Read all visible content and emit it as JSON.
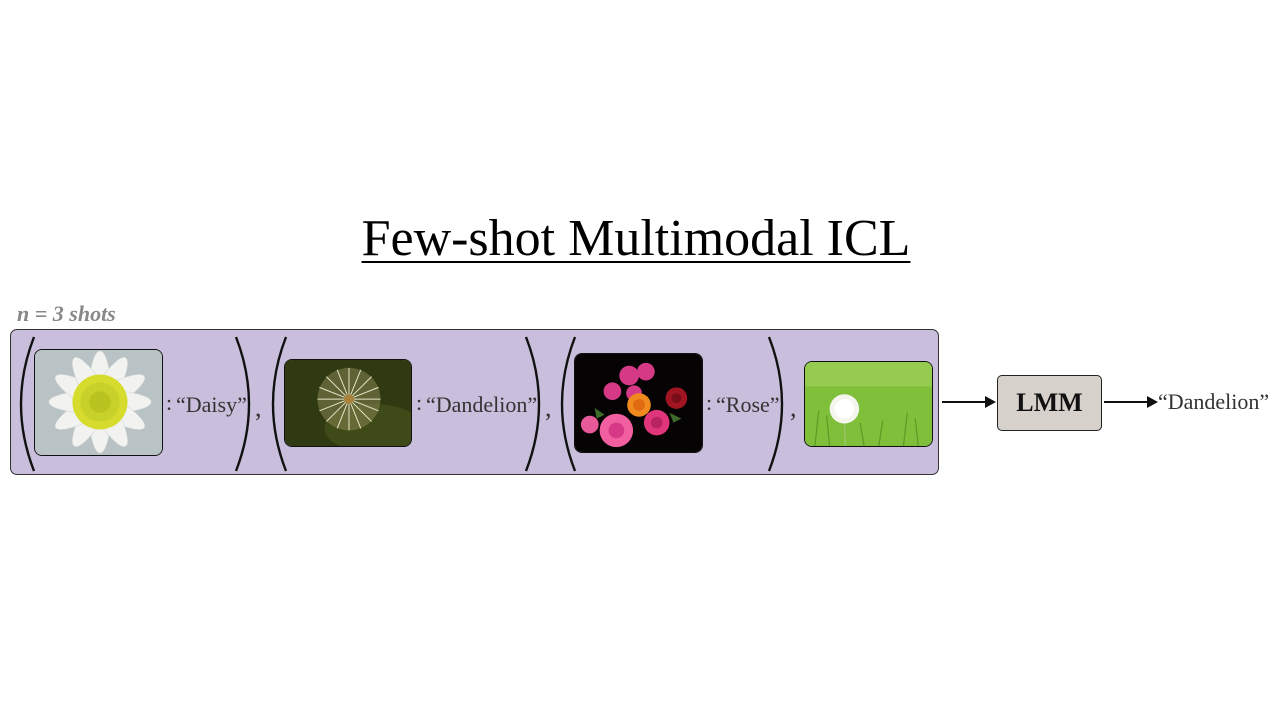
{
  "title": "Few-shot Multimodal ICL",
  "shots_label": "n = 3 shots",
  "examples": [
    {
      "image": "daisy-image",
      "colon": ":",
      "label": "“Daisy”",
      "comma": ","
    },
    {
      "image": "dandelion-seedhead-image",
      "colon": ":",
      "label": "“Dandelion”",
      "comma": ","
    },
    {
      "image": "rose-bouquet-image",
      "colon": ":",
      "label": "“Rose”",
      "comma": ","
    }
  ],
  "query_image": "dandelion-query-image",
  "model_label": "LMM",
  "output_label": "“Dandelion”",
  "colors": {
    "panel_fill": "#c9bfdc",
    "model_fill": "#d6d1cb",
    "muted_text": "#888888"
  }
}
